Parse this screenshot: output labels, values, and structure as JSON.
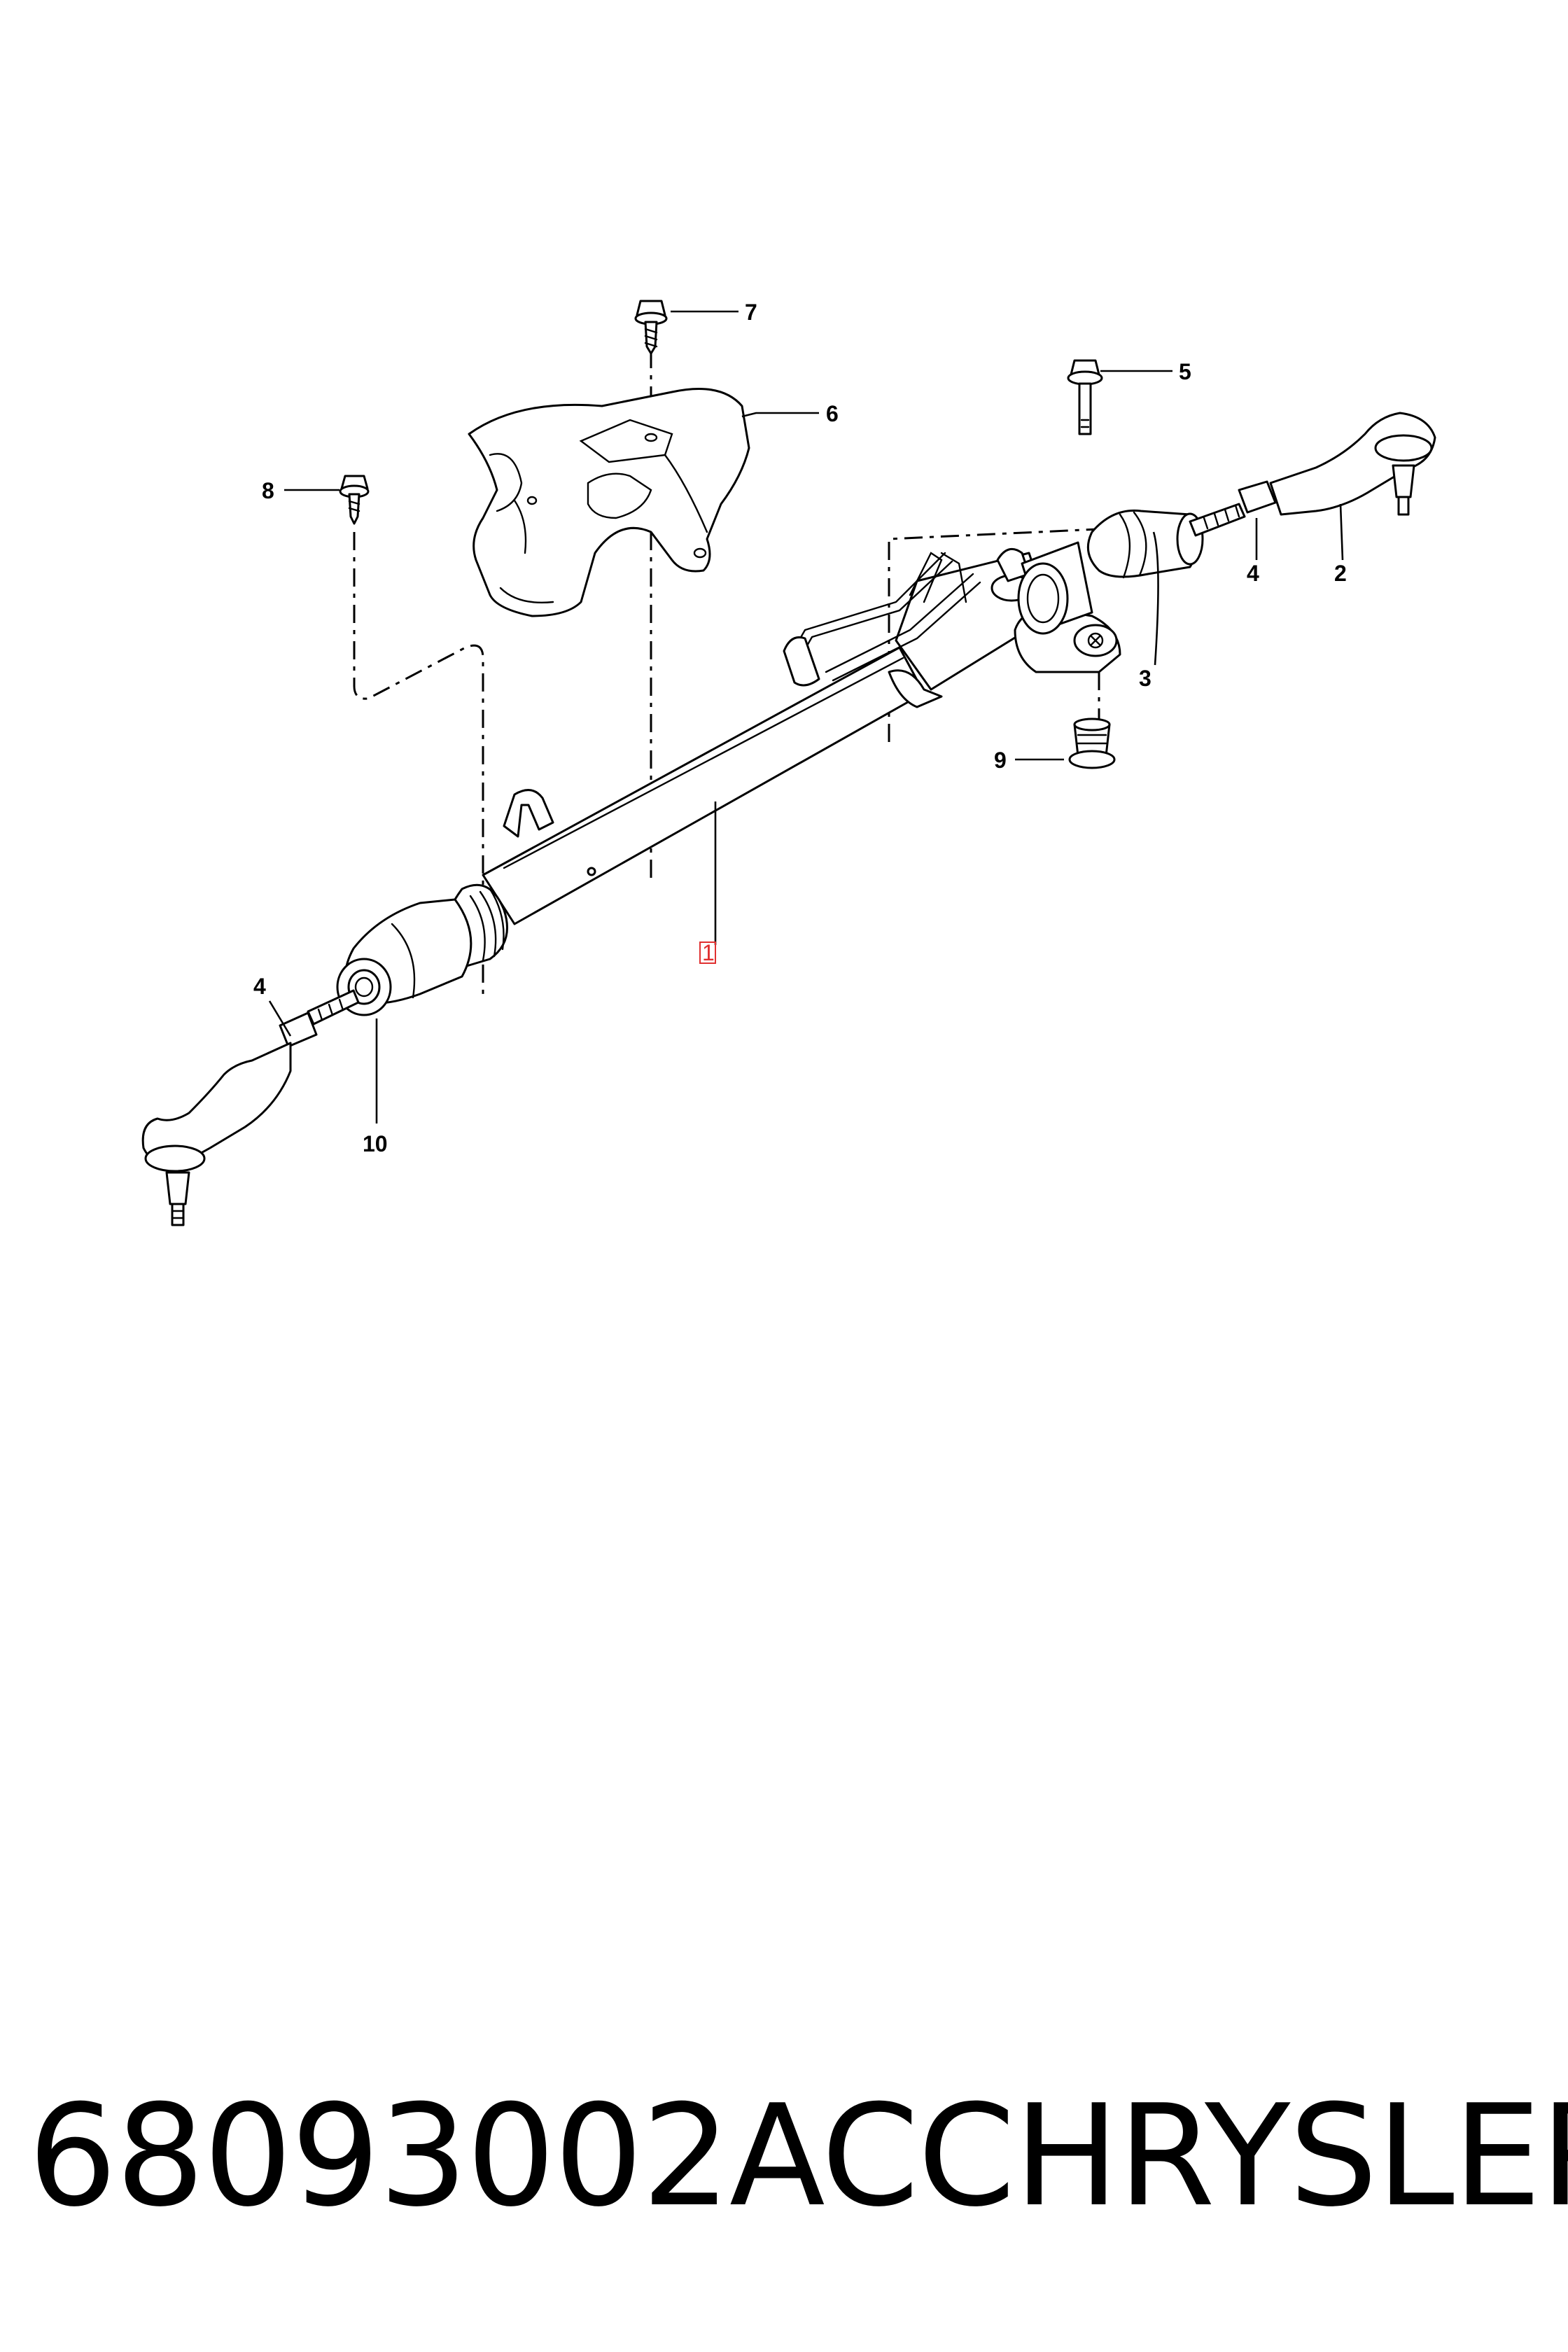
{
  "diagram": {
    "callouts": {
      "c1": "1",
      "c2": "2",
      "c3": "3",
      "c4_right": "4",
      "c4_left": "4",
      "c5": "5",
      "c6": "6",
      "c7": "7",
      "c8": "8",
      "c9": "9",
      "c10": "10"
    },
    "highlight_color": "#e03030"
  },
  "caption": {
    "part_number": "68093002AC",
    "brand": "CHRYSLER"
  }
}
